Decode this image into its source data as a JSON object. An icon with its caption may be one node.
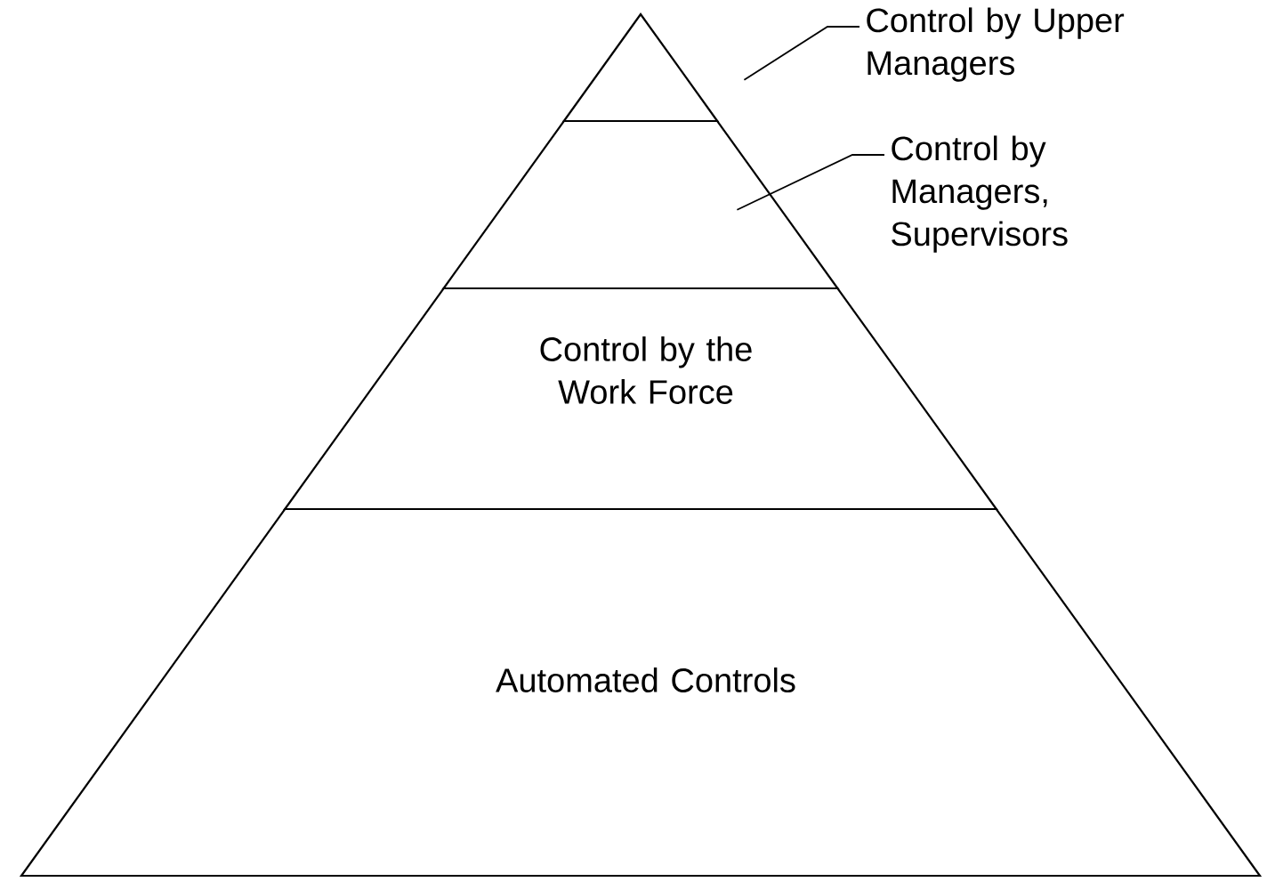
{
  "diagram": {
    "nodes": [
      {
        "text": [],
        "shape": "triangle"
      },
      {
        "text": [],
        "shape": "band"
      },
      {
        "text": [
          "Control by the Work Force"
        ]
      },
      {
        "text": [
          "Automated Controls"
        ]
      },
      {
        "text": [
          "Control by Upper Managers"
        ]
      },
      {
        "text": [
          "Control by Managers, Supervisors"
        ]
      }
    ],
    "edges": [
      {
        "from": 4,
        "to": 0,
        "arrow": "none"
      },
      {
        "from": 5,
        "to": 1,
        "arrow": "none"
      }
    ]
  }
}
